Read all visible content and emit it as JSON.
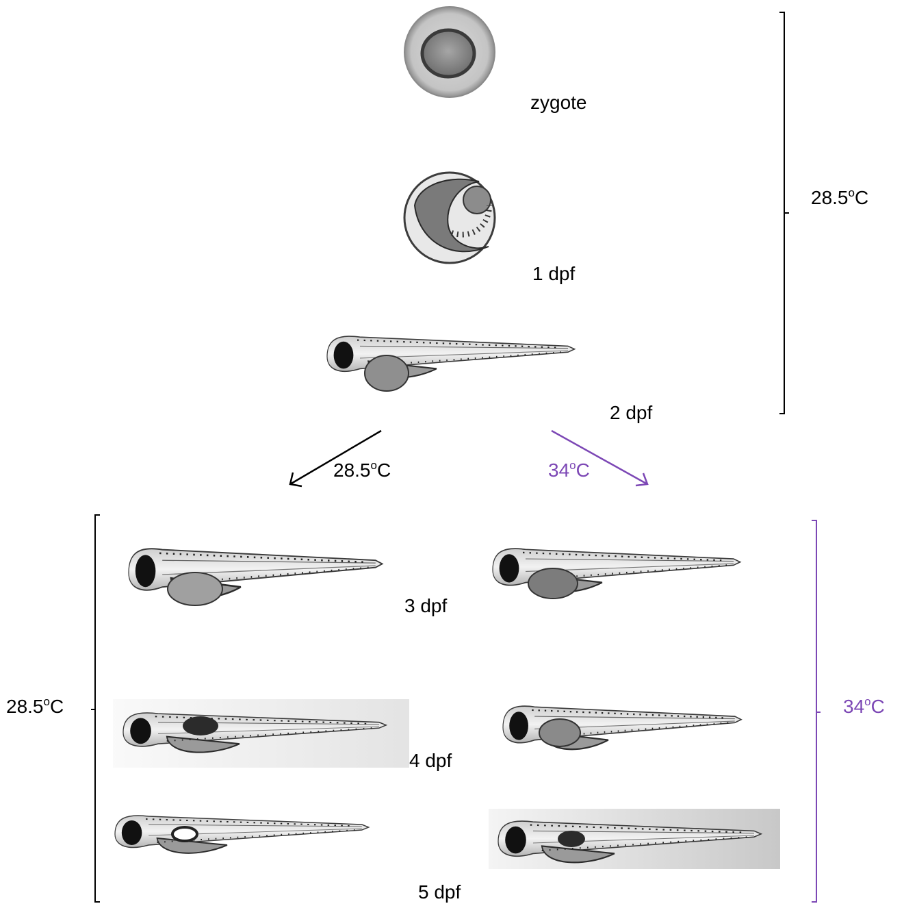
{
  "colors": {
    "control": "#000000",
    "heat": "#7c47b5"
  },
  "stages": {
    "zygote": "zygote",
    "d1": "1 dpf",
    "d2": "2 dpf",
    "d3": "3 dpf",
    "d4": "4 dpf",
    "d5": "5 dpf"
  },
  "temps": {
    "top_bracket": {
      "value": "28.5",
      "deg": "o",
      "unit": "C"
    },
    "arrow_left": {
      "value": "28.5",
      "deg": "o",
      "unit": "C"
    },
    "arrow_right": {
      "value": "34",
      "deg": "o",
      "unit": "C"
    },
    "left_bracket": {
      "value": "28.5",
      "deg": "o",
      "unit": "C"
    },
    "right_bracket": {
      "value": "34",
      "deg": "o",
      "unit": "C"
    }
  }
}
